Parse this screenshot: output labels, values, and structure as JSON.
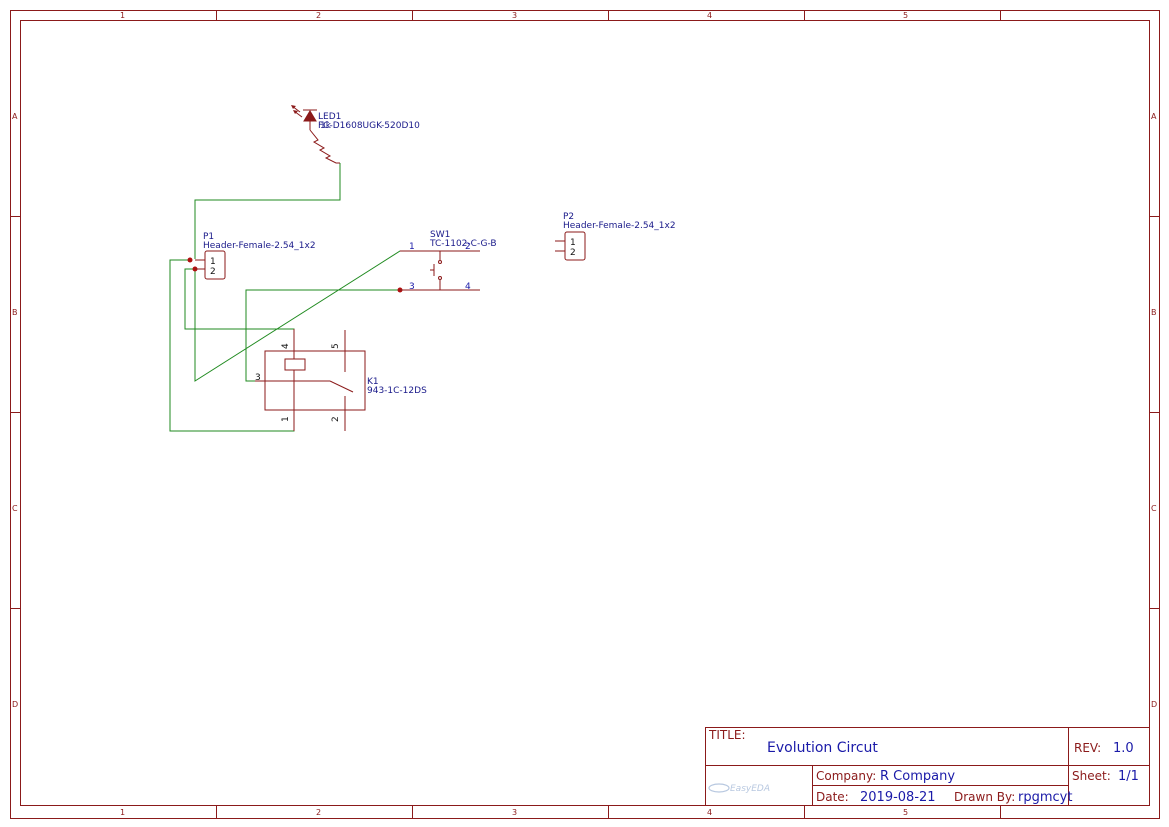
{
  "frame": {
    "columns": [
      "1",
      "2",
      "3",
      "4",
      "5"
    ],
    "rows": [
      "A",
      "B",
      "C",
      "D"
    ]
  },
  "components": {
    "led": {
      "ref": "LED1",
      "part": "FC-D1608UGK-520D10"
    },
    "resistor": {
      "ref": "1k"
    },
    "p1": {
      "ref": "P1",
      "part": "Header-Female-2.54_1x2",
      "pins": [
        "1",
        "2"
      ]
    },
    "p2": {
      "ref": "P2",
      "part": "Header-Female-2.54_1x2",
      "pins": [
        "1",
        "2"
      ]
    },
    "sw1": {
      "ref": "SW1",
      "part": "TC-1102-C-G-B",
      "pins": [
        "1",
        "2",
        "3",
        "4"
      ]
    },
    "k1": {
      "ref": "K1",
      "part": "943-1C-12DS",
      "pins": [
        "1",
        "2",
        "3",
        "4",
        "5"
      ]
    }
  },
  "title_block": {
    "title_label": "TITLE:",
    "title": "Evolution Circut",
    "rev_label": "REV:",
    "rev": "1.0",
    "company_label": "Company:",
    "company": "R Company",
    "sheet_label": "Sheet:",
    "sheet": "1/1",
    "date_label": "Date:",
    "date": "2019-08-21",
    "drawn_by_label": "Drawn By:",
    "drawn_by": "rpgmcyt",
    "logo_text": "EasyEDA"
  },
  "colors": {
    "frame": "#8b1a1a",
    "wire": "#1f8a1f",
    "pin_text": "#1a1aa8",
    "junction": "#b01010"
  }
}
